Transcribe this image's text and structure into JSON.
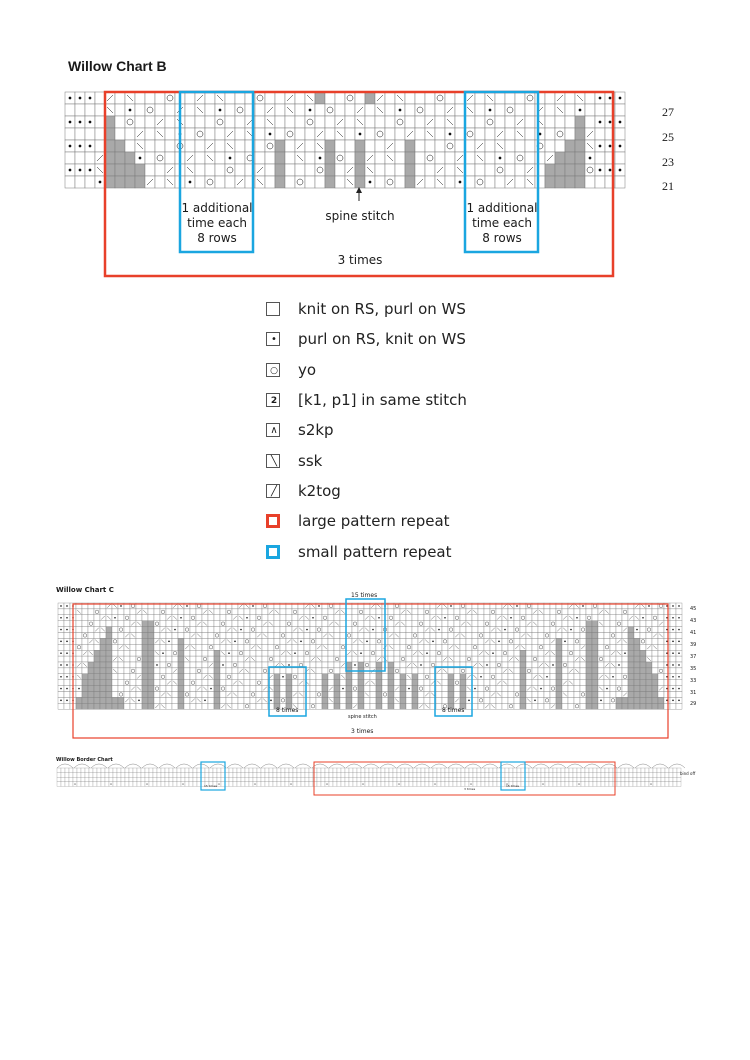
{
  "chart_b": {
    "title": "Willow Chart B",
    "row_numbers": [
      "27",
      "25",
      "23",
      "21"
    ],
    "label_left": [
      "1 additional",
      "time each",
      "8 rows"
    ],
    "label_right": [
      "1 additional",
      "time each",
      "8 rows"
    ],
    "spine_label": "spine stitch",
    "large_repeat_label": "3 times"
  },
  "legend": [
    {
      "key": "knit",
      "text": "knit on RS, purl on WS",
      "box": "plain"
    },
    {
      "key": "purl",
      "text": "purl on RS, knit on WS",
      "box": "dot"
    },
    {
      "key": "yo",
      "text": "yo",
      "box": "circle"
    },
    {
      "key": "k1p1",
      "text": "[k1, p1] in same stitch",
      "box": "two"
    },
    {
      "key": "s2kp",
      "text": "s2kp",
      "box": "caret"
    },
    {
      "key": "ssk",
      "text": "ssk",
      "box": "backslash"
    },
    {
      "key": "k2tog",
      "text": "k2tog",
      "box": "slash"
    },
    {
      "key": "large",
      "text": "large pattern repeat",
      "box": "red"
    },
    {
      "key": "small",
      "text": "small pattern repeat",
      "box": "blue"
    }
  ],
  "chart_c": {
    "title": "Willow Chart C",
    "row_numbers": [
      "45",
      "43",
      "41",
      "39",
      "37",
      "35",
      "33",
      "31",
      "29"
    ],
    "top_repeat_label": "15 times",
    "left_label": "8 times",
    "right_label": "8 times",
    "spine_label": "spine stitch",
    "large_repeat_label": "3 times"
  },
  "border_chart": {
    "title": "Willow Border Chart",
    "end_label": "bind off",
    "left_label": "15 times",
    "red_label": "3 times",
    "right_label": "15 times"
  },
  "colors": {
    "red": "#e8402a",
    "blue": "#1aa6e0",
    "shade": "#a9a9a9",
    "grid": "#7a7a7a"
  }
}
